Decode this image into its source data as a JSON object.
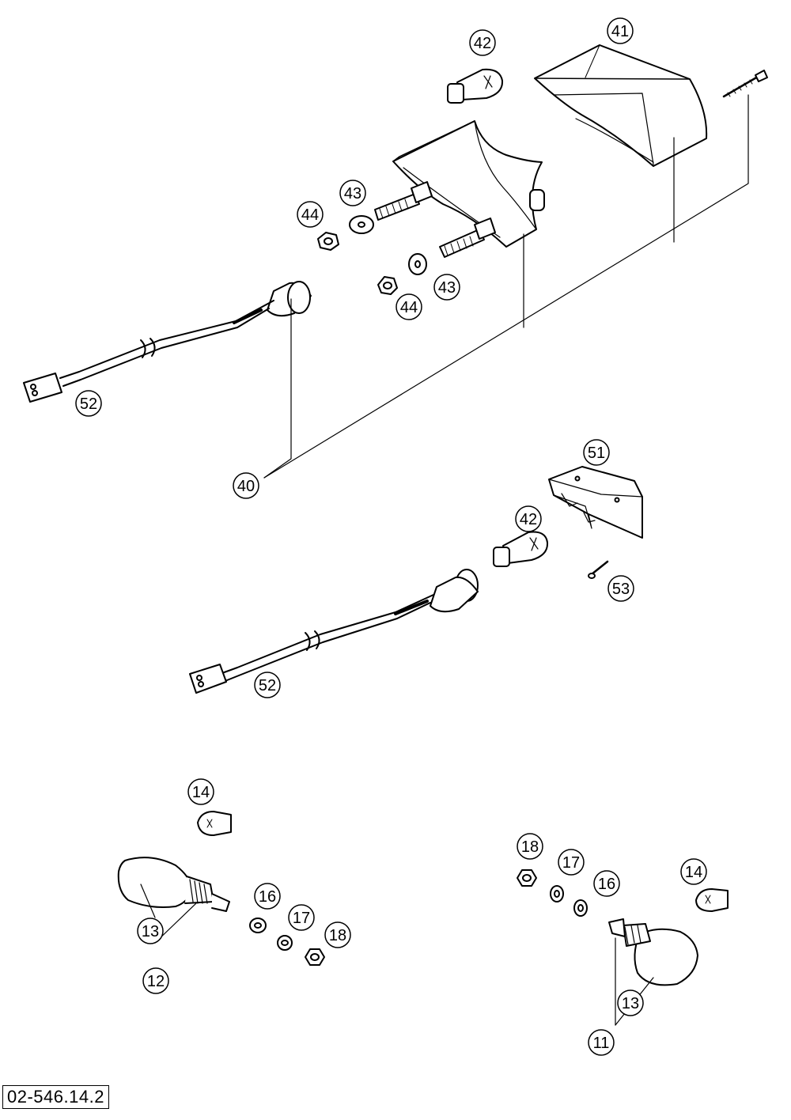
{
  "diagram": {
    "code": "02-546.14.2",
    "callouts": {
      "c41": "41",
      "c42a": "42",
      "c43a": "43",
      "c44a": "44",
      "c43b": "43",
      "c44b": "44",
      "c52a": "52",
      "c40": "40",
      "c51": "51",
      "c42b": "42",
      "c53": "53",
      "c52b": "52",
      "c14a": "14",
      "c13a": "13",
      "c12": "12",
      "c16a": "16",
      "c17a": "17",
      "c18a": "18",
      "c18b": "18",
      "c17b": "17",
      "c16b": "16",
      "c14b": "14",
      "c13b": "13",
      "c11": "11"
    }
  }
}
